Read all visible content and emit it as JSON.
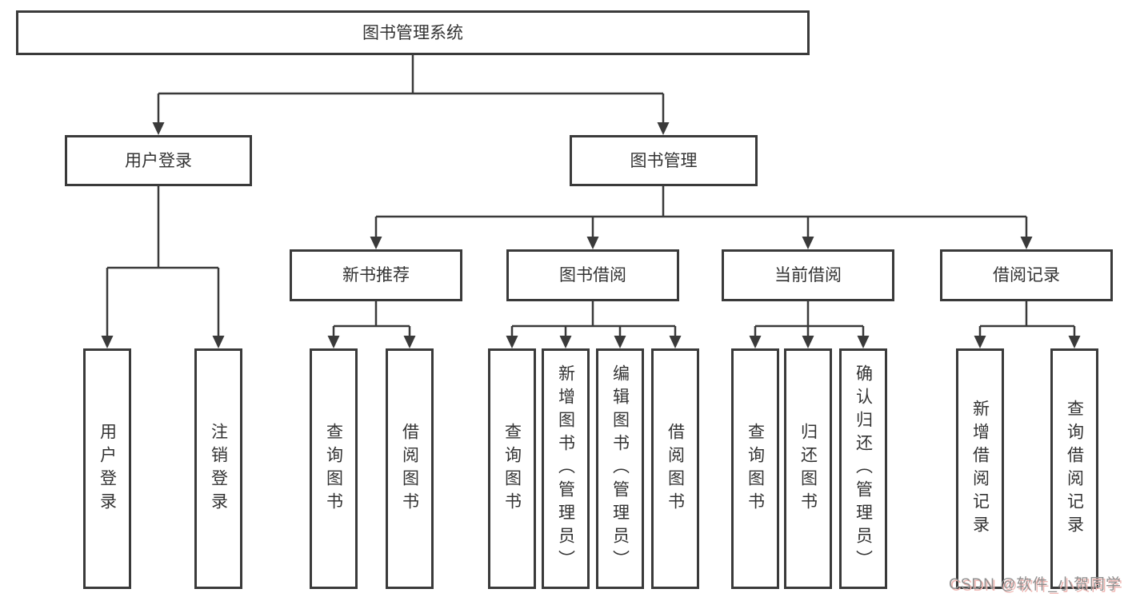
{
  "tree": {
    "label": "图书管理系统",
    "children": [
      {
        "label": "用户登录",
        "children": [
          {
            "label": "用户登录"
          },
          {
            "label": "注销登录"
          }
        ]
      },
      {
        "label": "图书管理",
        "children": [
          {
            "label": "新书推荐",
            "children": [
              {
                "label": "查询图书"
              },
              {
                "label": "借阅图书"
              }
            ]
          },
          {
            "label": "图书借阅",
            "children": [
              {
                "label": "查询图书"
              },
              {
                "label": "新增图书（管理员）"
              },
              {
                "label": "编辑图书（管理员）"
              },
              {
                "label": "借阅图书"
              }
            ]
          },
          {
            "label": "当前借阅",
            "children": [
              {
                "label": "查询图书"
              },
              {
                "label": "归还图书"
              },
              {
                "label": "确认归还（管理员）"
              }
            ]
          },
          {
            "label": "借阅记录",
            "children": [
              {
                "label": "新增借阅记录"
              },
              {
                "label": "查询借阅记录"
              }
            ]
          }
        ]
      }
    ]
  },
  "watermark": {
    "text": "CSDN @软件_小贺同学"
  },
  "colors": {
    "line": "#3a3a3a",
    "box_border": "#3a3a3a",
    "text": "#333333",
    "background": "#ffffff",
    "watermark_text": "#8f8f8f",
    "watermark_shadow": "#efb6b2"
  }
}
